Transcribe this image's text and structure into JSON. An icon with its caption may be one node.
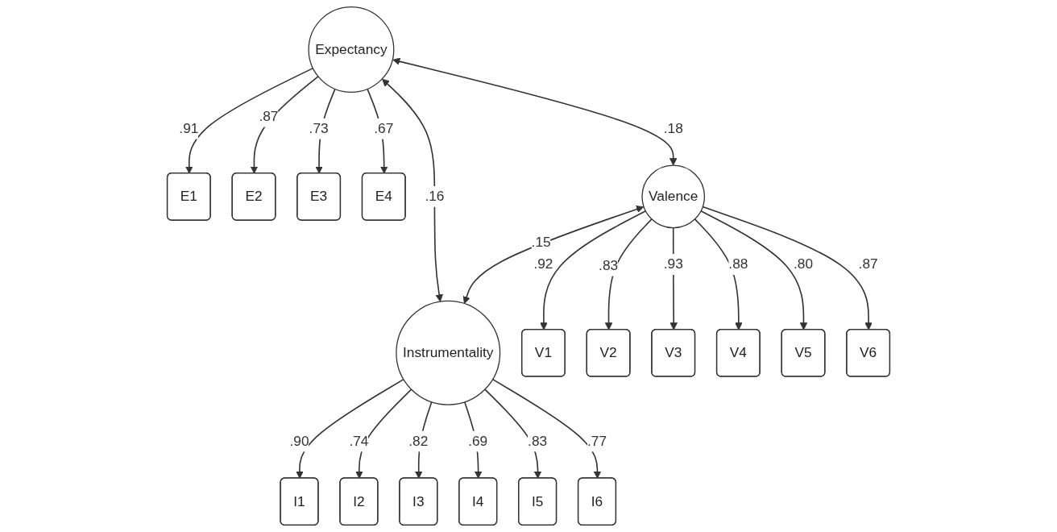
{
  "diagram": {
    "nodes": [
      {
        "text": [
          "Expectancy"
        ]
      },
      {
        "text": [
          "E1"
        ]
      },
      {
        "text": [
          "E2"
        ]
      },
      {
        "text": [
          "E3"
        ]
      },
      {
        "text": [
          "E4"
        ]
      },
      {
        "text": [
          "Valence"
        ]
      },
      {
        "text": [
          "Instrumentality"
        ]
      },
      {
        "text": [
          "V1"
        ]
      },
      {
        "text": [
          "V2"
        ]
      },
      {
        "text": [
          "V3"
        ]
      },
      {
        "text": [
          "V4"
        ]
      },
      {
        "text": [
          "V5"
        ]
      },
      {
        "text": [
          "V6"
        ]
      },
      {
        "text": [
          "I1"
        ]
      },
      {
        "text": [
          "I2"
        ]
      },
      {
        "text": [
          "I3"
        ]
      },
      {
        "text": [
          "I4"
        ]
      },
      {
        "text": [
          "I5"
        ]
      },
      {
        "text": [
          "I6"
        ]
      }
    ],
    "edges": [
      {
        "from": 0,
        "to": 5,
        "arrow": "both",
        "label": ".18"
      },
      {
        "from": 0,
        "to": 6,
        "arrow": "both",
        "label": ".16"
      },
      {
        "from": 0,
        "to": 1,
        "arrow": "to",
        "label": ".91"
      },
      {
        "from": 0,
        "to": 2,
        "arrow": "to",
        "label": ".87"
      },
      {
        "from": 0,
        "to": 3,
        "arrow": "to",
        "label": ".73"
      },
      {
        "from": 0,
        "to": 4,
        "arrow": "to",
        "label": ".67"
      },
      {
        "from": 5,
        "to": 6,
        "arrow": "both",
        "label": ".15"
      },
      {
        "from": 5,
        "to": 7,
        "arrow": "to",
        "label": ".92"
      },
      {
        "from": 5,
        "to": 8,
        "arrow": "to",
        "label": ".83"
      },
      {
        "from": 5,
        "to": 9,
        "arrow": "to",
        "label": ".93"
      },
      {
        "from": 5,
        "to": 10,
        "arrow": "to",
        "label": ".88"
      },
      {
        "from": 5,
        "to": 11,
        "arrow": "to",
        "label": ".80"
      },
      {
        "from": 5,
        "to": 12,
        "arrow": "to",
        "label": ".87"
      },
      {
        "from": 6,
        "to": 13,
        "arrow": "to",
        "label": ".90"
      },
      {
        "from": 6,
        "to": 14,
        "arrow": "to",
        "label": ".74"
      },
      {
        "from": 6,
        "to": 15,
        "arrow": "to",
        "label": ".82"
      },
      {
        "from": 6,
        "to": 16,
        "arrow": "to",
        "label": ".69"
      },
      {
        "from": 6,
        "to": 17,
        "arrow": "to",
        "label": ".83"
      },
      {
        "from": 6,
        "to": 18,
        "arrow": "to",
        "label": ".77"
      }
    ]
  }
}
